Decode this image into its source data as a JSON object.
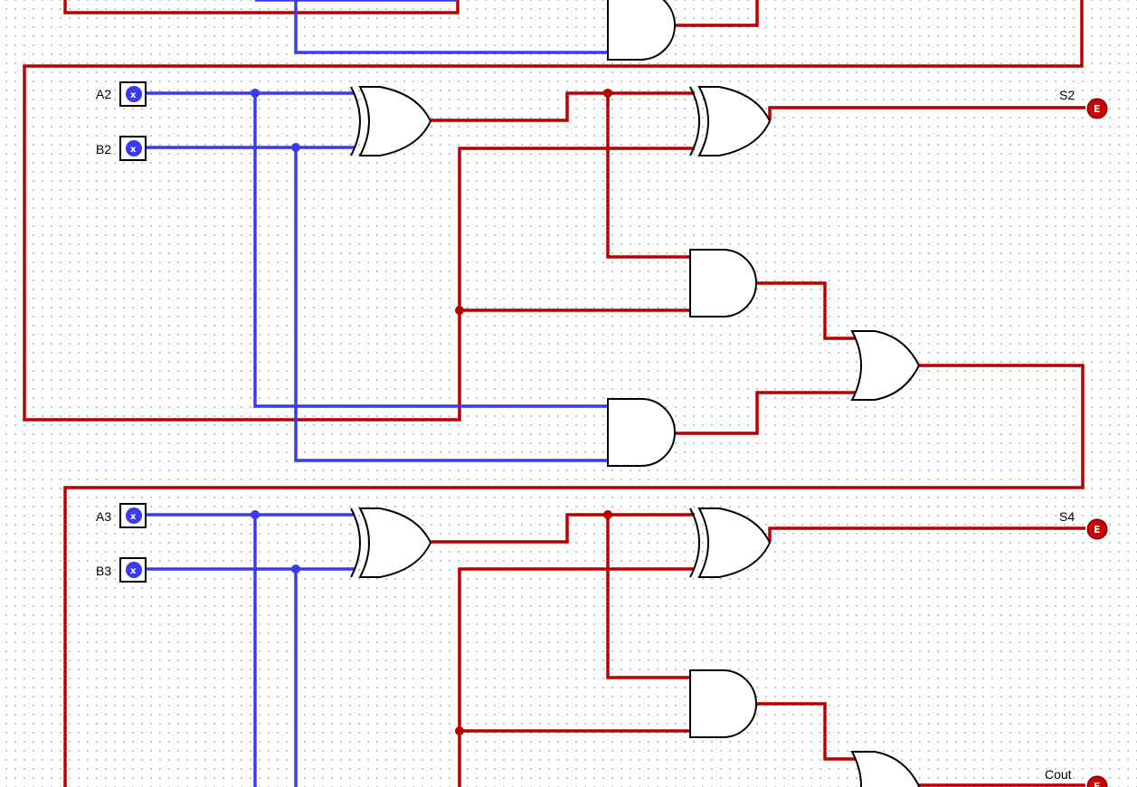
{
  "diagram": {
    "inputs": [
      {
        "id": "A2",
        "label": "A2",
        "value": "x"
      },
      {
        "id": "B2",
        "label": "B2",
        "value": "x"
      },
      {
        "id": "A3",
        "label": "A3",
        "value": "x"
      },
      {
        "id": "B3",
        "label": "B3",
        "value": "x"
      }
    ],
    "outputs": [
      {
        "id": "S2",
        "label": "S2",
        "value": "E"
      },
      {
        "id": "S4",
        "label": "S4",
        "value": "E"
      },
      {
        "id": "Cout",
        "label": "Cout",
        "value": "E"
      }
    ],
    "gates": [
      {
        "type": "AND"
      },
      {
        "type": "XOR"
      },
      {
        "type": "XOR"
      },
      {
        "type": "AND"
      },
      {
        "type": "OR"
      },
      {
        "type": "AND"
      },
      {
        "type": "XOR"
      },
      {
        "type": "XOR"
      },
      {
        "type": "AND"
      },
      {
        "type": "OR"
      }
    ],
    "colors": {
      "carry_wire": "#b80000",
      "input_wire": "#3a3af0",
      "grid_dot": "#b8b8b8",
      "output_pin": "#cc0000"
    }
  }
}
